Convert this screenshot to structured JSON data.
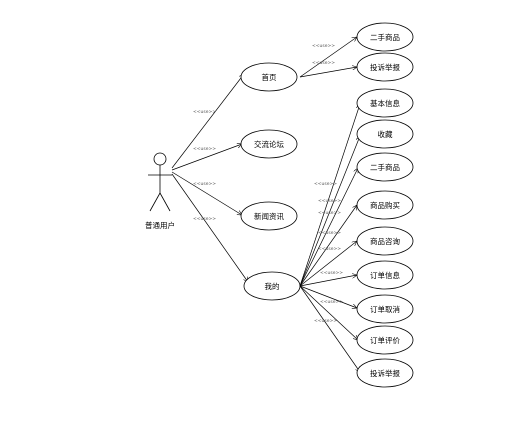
{
  "actor": {
    "label": "普通用户",
    "icon": "stick-figure-actor"
  },
  "stereotype": "<<use>>",
  "use_cases": {
    "home": "首页",
    "forum": "交流论坛",
    "news": "新闻资讯",
    "mine": "我的",
    "home_sub": [
      "二手商品",
      "投诉举报"
    ],
    "mine_sub": [
      "基本信息",
      "收藏",
      "二手商品",
      "商品购买",
      "商品咨询",
      "订单信息",
      "订单取消",
      "订单评价",
      "投诉举报"
    ]
  }
}
